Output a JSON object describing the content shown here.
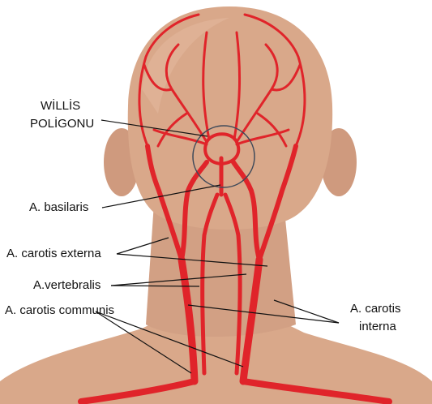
{
  "labels": {
    "willis_line1": "WİLLİS",
    "willis_line2": "POLİGONU",
    "basilaris": "A. basilaris",
    "carotis_externa": "A. carotis externa",
    "vertebralis": "A.vertebralis",
    "carotis_communis": "A. carotis communis",
    "carotis_interna_line1": "A. carotis",
    "carotis_interna_line2": "interna"
  },
  "colors": {
    "skin": "#d9a88a",
    "skin_shadow": "#c98f72",
    "artery": "#e0242a",
    "artery_dark": "#b3151b",
    "leader": "#111111",
    "circle": "#3f4a5a"
  }
}
